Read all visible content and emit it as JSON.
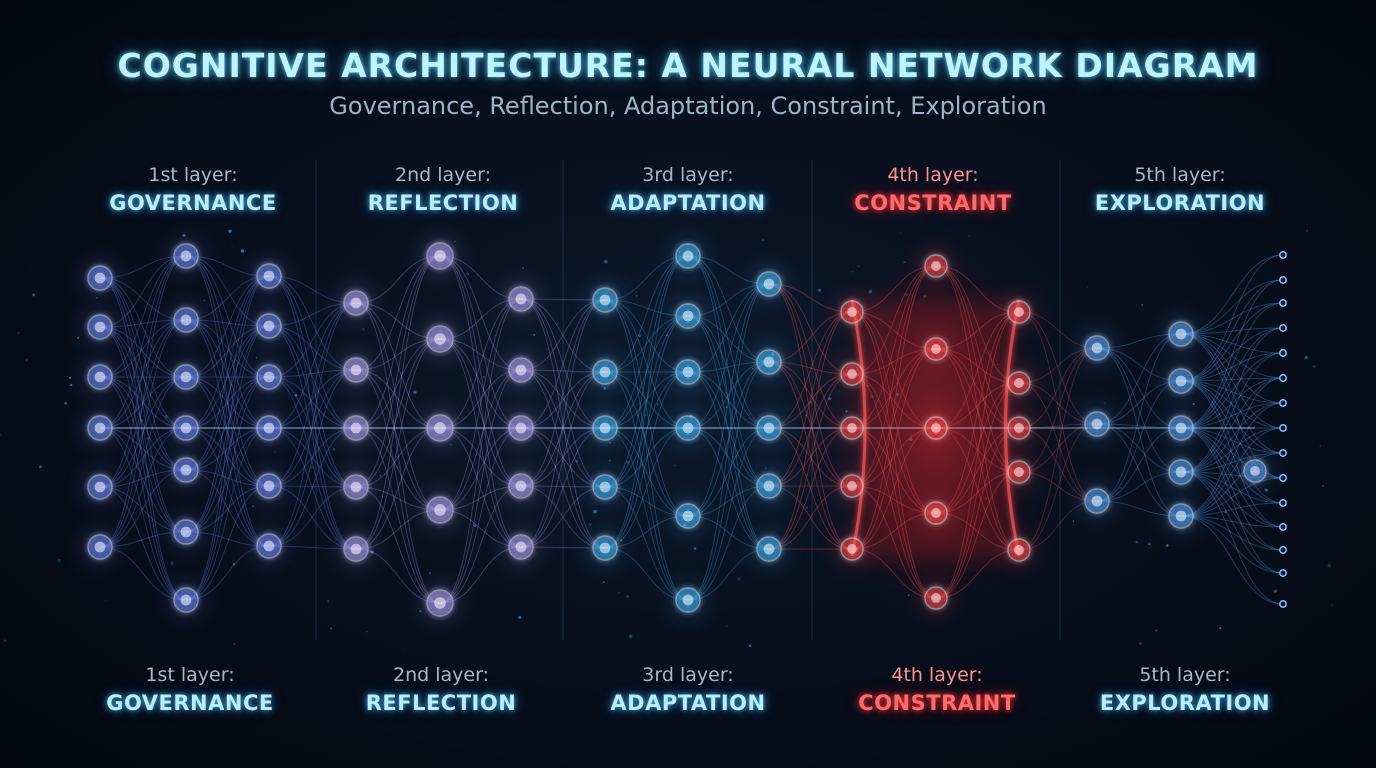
{
  "title": "COGNITIVE ARCHITECTURE: A NEURAL NETWORK DIAGRAM",
  "subtitle": "Governance, Reflection, Adaptation, Constraint, Exploration",
  "layers": [
    {
      "number_label": "1st layer:",
      "name": "GOVERNANCE",
      "color": "#6f8bff",
      "highlight": false
    },
    {
      "number_label": "2nd layer:",
      "name": "REFLECTION",
      "color": "#b9a6ff",
      "highlight": false
    },
    {
      "number_label": "3rd layer:",
      "name": "ADAPTATION",
      "color": "#3fb8ff",
      "highlight": false
    },
    {
      "number_label": "4th layer:",
      "name": "CONSTRAINT",
      "color": "#ff4a4a",
      "highlight": true
    },
    {
      "number_label": "5th layer:",
      "name": "EXPLORATION",
      "color": "#5aa8ff",
      "highlight": false
    }
  ],
  "colors": {
    "background": "#060a14",
    "title_glow": "#5adcff",
    "governance": "#6f8bff",
    "reflection": "#b9a6ff",
    "adaptation": "#3fb8ff",
    "constraint": "#ff4a4a",
    "exploration": "#5aa8ff"
  }
}
